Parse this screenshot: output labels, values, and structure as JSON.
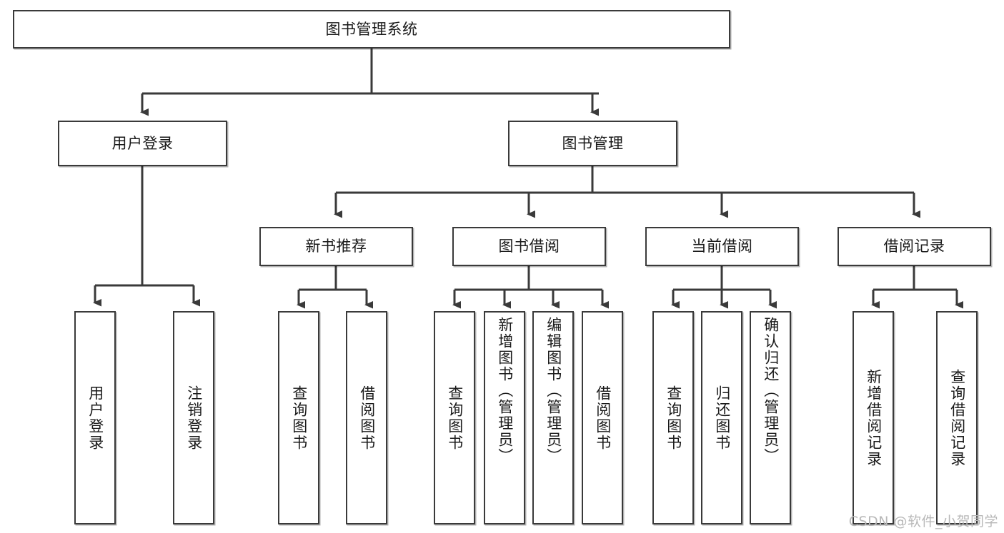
{
  "diagram": {
    "title": "图书管理系统",
    "type": "tree-hierarchy-diagram",
    "root": {
      "label": "图书管理系统"
    },
    "level2": [
      {
        "label": "用户登录"
      },
      {
        "label": "图书管理"
      }
    ],
    "level3": [
      {
        "label": "新书推荐"
      },
      {
        "label": "图书借阅"
      },
      {
        "label": "当前借阅"
      },
      {
        "label": "借阅记录"
      }
    ],
    "leaves": {
      "user_login": [
        {
          "label": "用户登录"
        },
        {
          "label": "注销登录"
        }
      ],
      "new_book_recommend": [
        {
          "label": "查询图书"
        },
        {
          "label": "借阅图书"
        }
      ],
      "book_borrow": [
        {
          "label": "查询图书"
        },
        {
          "label": "新增图书（管理员）"
        },
        {
          "label": "编辑图书（管理员）"
        },
        {
          "label": "借阅图书"
        }
      ],
      "current_borrow": [
        {
          "label": "查询图书"
        },
        {
          "label": "归还图书"
        },
        {
          "label": "确认归还（管理员）"
        }
      ],
      "borrow_record": [
        {
          "label": "新增借阅记录"
        },
        {
          "label": "查询借阅记录"
        }
      ]
    }
  },
  "watermark": {
    "text": "CSDN @软件_小贺同学"
  },
  "colors": {
    "box_border": "#3a3a3a",
    "box_fill": "#ffffff",
    "connector": "#3a3a3a",
    "text": "#1a1a1a",
    "watermark": "#b8b8b8",
    "background": "#ffffff"
  }
}
